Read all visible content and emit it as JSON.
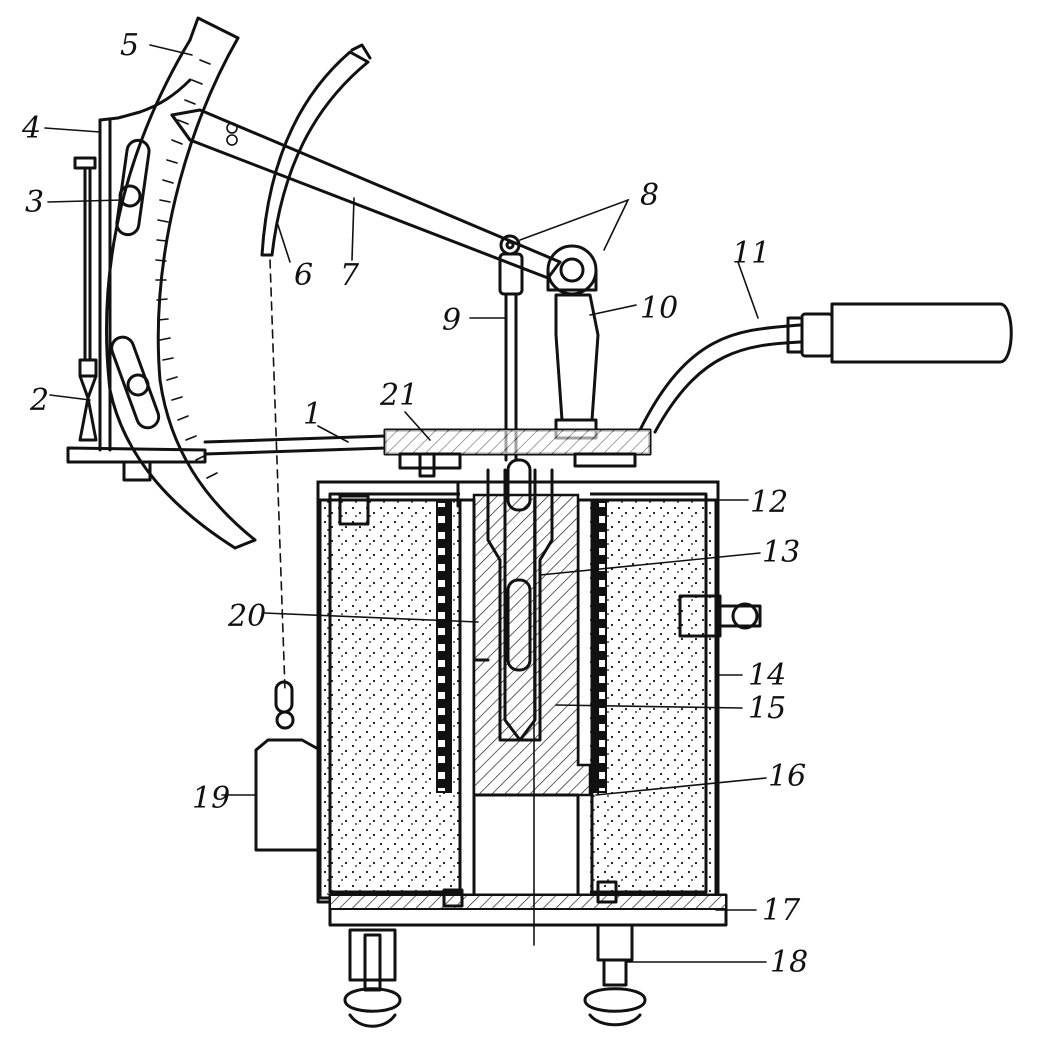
{
  "labels": {
    "l1": "1",
    "l2": "2",
    "l3": "3",
    "l4": "4",
    "l5": "5",
    "l6": "6",
    "l7": "7",
    "l8": "8",
    "l9": "9",
    "l10": "10",
    "l11": "11",
    "l12": "12",
    "l13": "13",
    "l14": "14",
    "l15": "15",
    "l16": "16",
    "l17": "17",
    "l18": "18",
    "l19": "19",
    "l20": "20",
    "l21": "21"
  },
  "colors": {
    "ink": "#111111",
    "paper": "#ffffff"
  }
}
